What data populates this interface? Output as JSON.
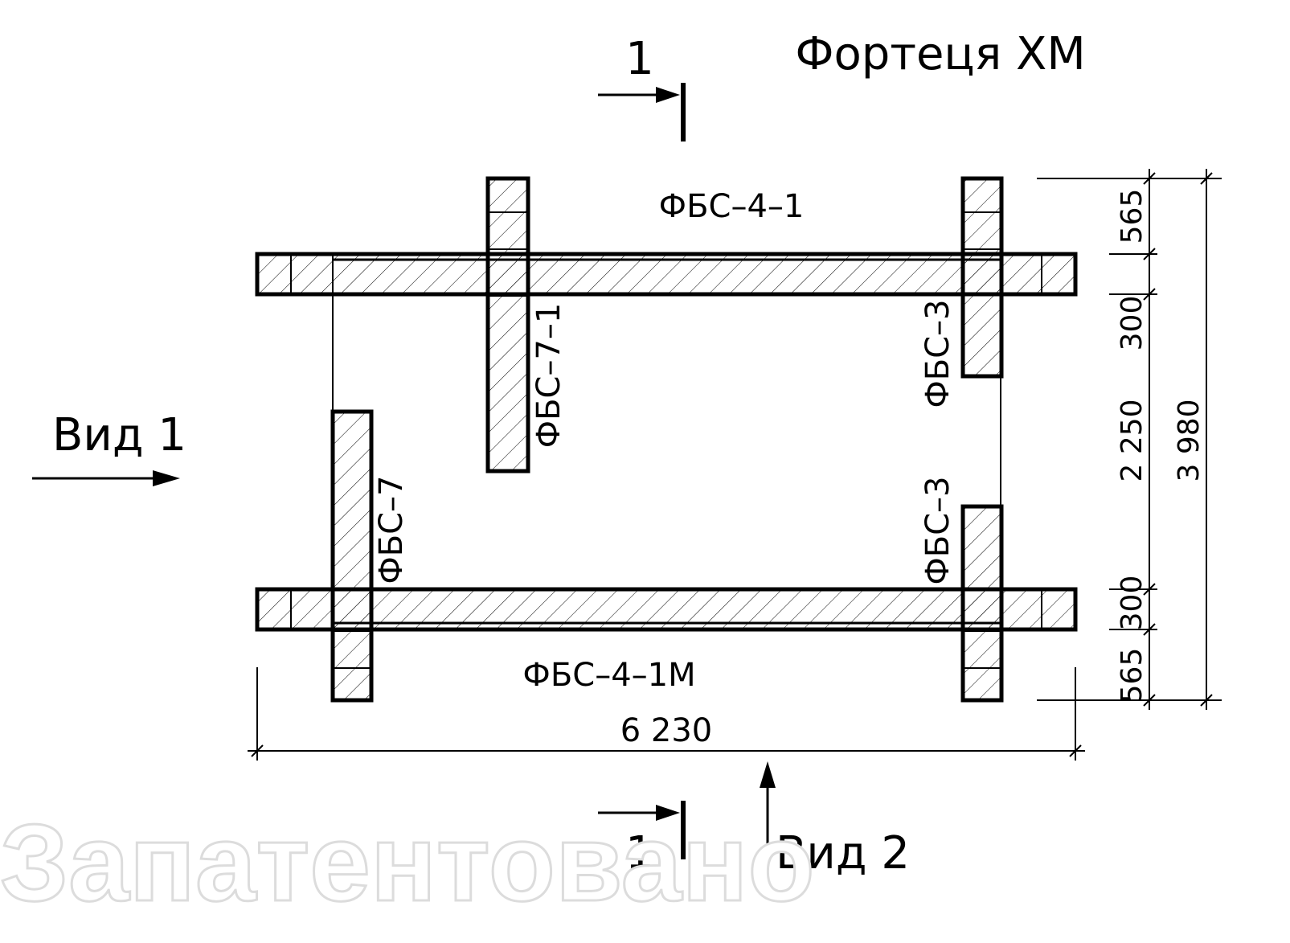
{
  "title": "Фортеця ХМ",
  "section_mark": "1",
  "views": {
    "view1": "Вид 1",
    "view2": "Вид 2"
  },
  "blocks": {
    "top_beam": "ФБС–4–1",
    "bottom_beam": "ФБС–4–1М",
    "post_inner": "ФБС–7–1",
    "post_left": "ФБС–7",
    "post_right_top": "ФБС–3",
    "post_right_bottom": "ФБС–3"
  },
  "dimensions": {
    "overall_width": "6 230",
    "overall_height": "3 980",
    "seg_top": "565",
    "seg_top_beam": "300",
    "seg_middle": "2 250",
    "seg_bottom_beam": "300",
    "seg_bottom": "565"
  },
  "watermark": "Запатентовано",
  "colors": {
    "line": "#000000",
    "watermark_stroke": "#dcdcdc"
  }
}
